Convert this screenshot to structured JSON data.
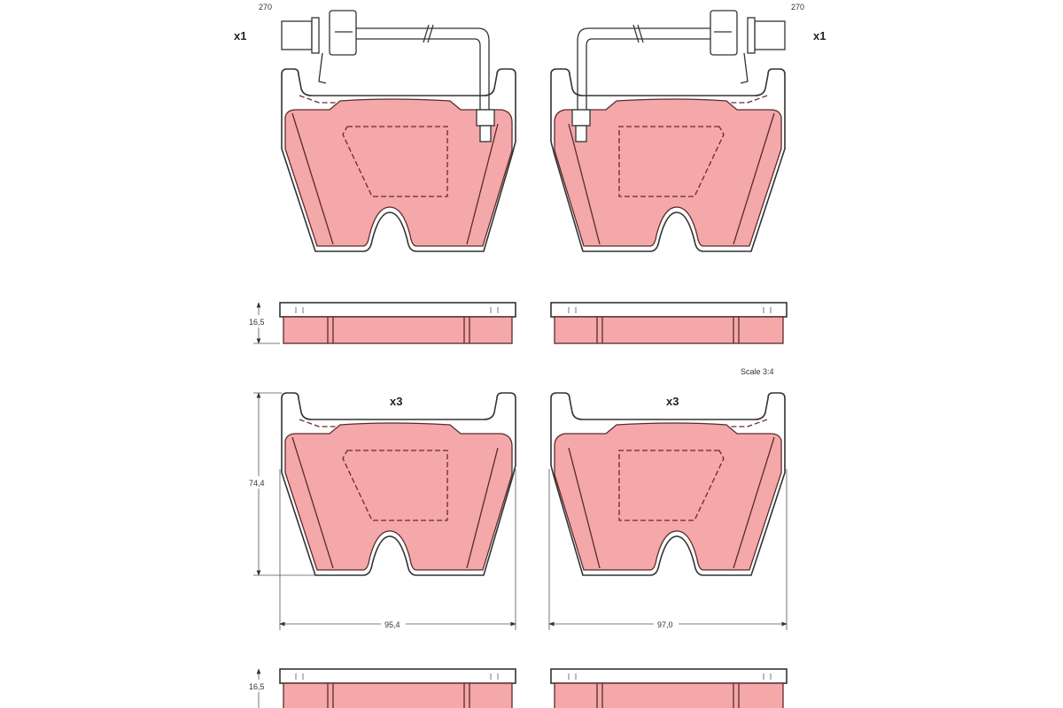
{
  "colors": {
    "friction": "#f4a8aa",
    "outline": "#333333",
    "background": "#ffffff"
  },
  "sensor": {
    "length_label": "270",
    "quantity_label": "x1"
  },
  "pad_quantity_label": "x3",
  "scale_label": "Scale 3:4",
  "dimensions": {
    "thickness": "16,5",
    "height": "74,4",
    "width_left": "95,4",
    "width_right": "97,0"
  }
}
